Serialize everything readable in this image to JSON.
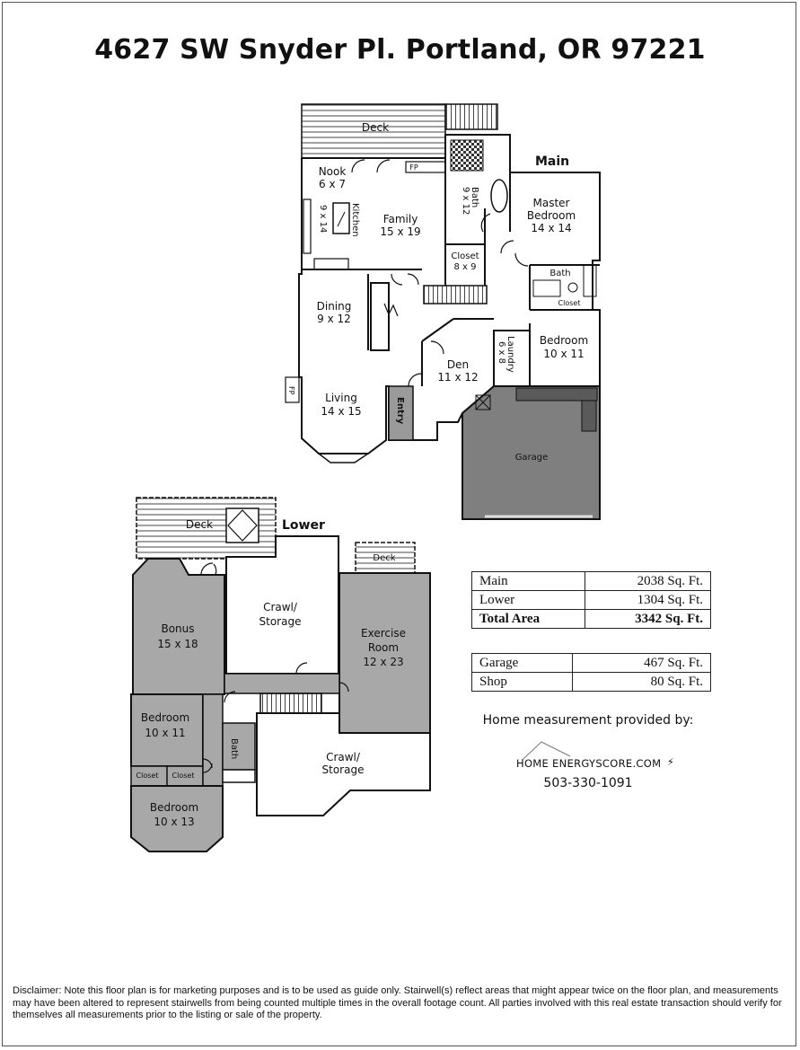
{
  "title": "4627 SW Snyder Pl. Portland, OR 97221",
  "main_level": {
    "label": "Main",
    "rooms": {
      "deck": "Deck",
      "nook_name": "Nook",
      "nook_size": "6 x 7",
      "kitchen_name": "Kitchen",
      "kitchen_size": "9 x 14",
      "family_name": "Family",
      "family_size": "15 x 19",
      "bath_name": "Bath",
      "bath_size": "9 x 12",
      "master_name1": "Master",
      "master_name2": "Bedroom",
      "master_size": "14 x 14",
      "closet_name": "Closet",
      "closet_size": "8 x 9",
      "bath2_name": "Bath",
      "closet2_name": "Closet",
      "dining_name": "Dining",
      "dining_size": "9 x 12",
      "laundry_name": "Laundry",
      "laundry_size": "6 x 8",
      "bedroom_name": "Bedroom",
      "bedroom_size": "10 x 11",
      "den_name": "Den",
      "den_size": "11 x 12",
      "living_name": "Living",
      "living_size": "14 x 15",
      "entry_name": "Entry",
      "garage_name": "Garage",
      "fp1": "FP",
      "fp2": "FP"
    }
  },
  "lower_level": {
    "label": "Lower",
    "rooms": {
      "deck": "Deck",
      "deck2": "Deck",
      "bonus_name": "Bonus",
      "bonus_size": "15 x 18",
      "crawl1_name1": "Crawl/",
      "crawl1_name2": "Storage",
      "exercise_name1": "Exercise",
      "exercise_name2": "Room",
      "exercise_size": "12 x 23",
      "bedroom1_name": "Bedroom",
      "bedroom1_size": "10 x 11",
      "bath_name": "Bath",
      "crawl2_name1": "Crawl/",
      "crawl2_name2": "Storage",
      "closet_a": "Closet",
      "closet_b": "Closet",
      "bedroom2_name": "Bedroom",
      "bedroom2_size": "10 x 13"
    }
  },
  "area_table": [
    {
      "label": "Main",
      "value": "2038 Sq. Ft."
    },
    {
      "label": "Lower",
      "value": "1304 Sq. Ft."
    },
    {
      "label": "Total Area",
      "value": "3342 Sq. Ft."
    }
  ],
  "other_table": [
    {
      "label": "Garage",
      "value": "467 Sq. Ft."
    },
    {
      "label": "Shop",
      "value": "80 Sq. Ft."
    }
  ],
  "provider": {
    "heading": "Home measurement provided by:",
    "logo_text": "HOME ENERGYSCORE.COM",
    "phone": "503-330-1091"
  },
  "disclaimer": "Disclaimer: Note this floor plan is for marketing purposes and is to be used as guide only.  Stairwell(s) reflect areas that might appear twice on the floor plan, and measurements may have been altered to represent stairwells from being counted multiple times in the overall footage count.  All parties involved with this real estate transaction should verify for themselves all measurements prior to the listing or sale of the property."
}
